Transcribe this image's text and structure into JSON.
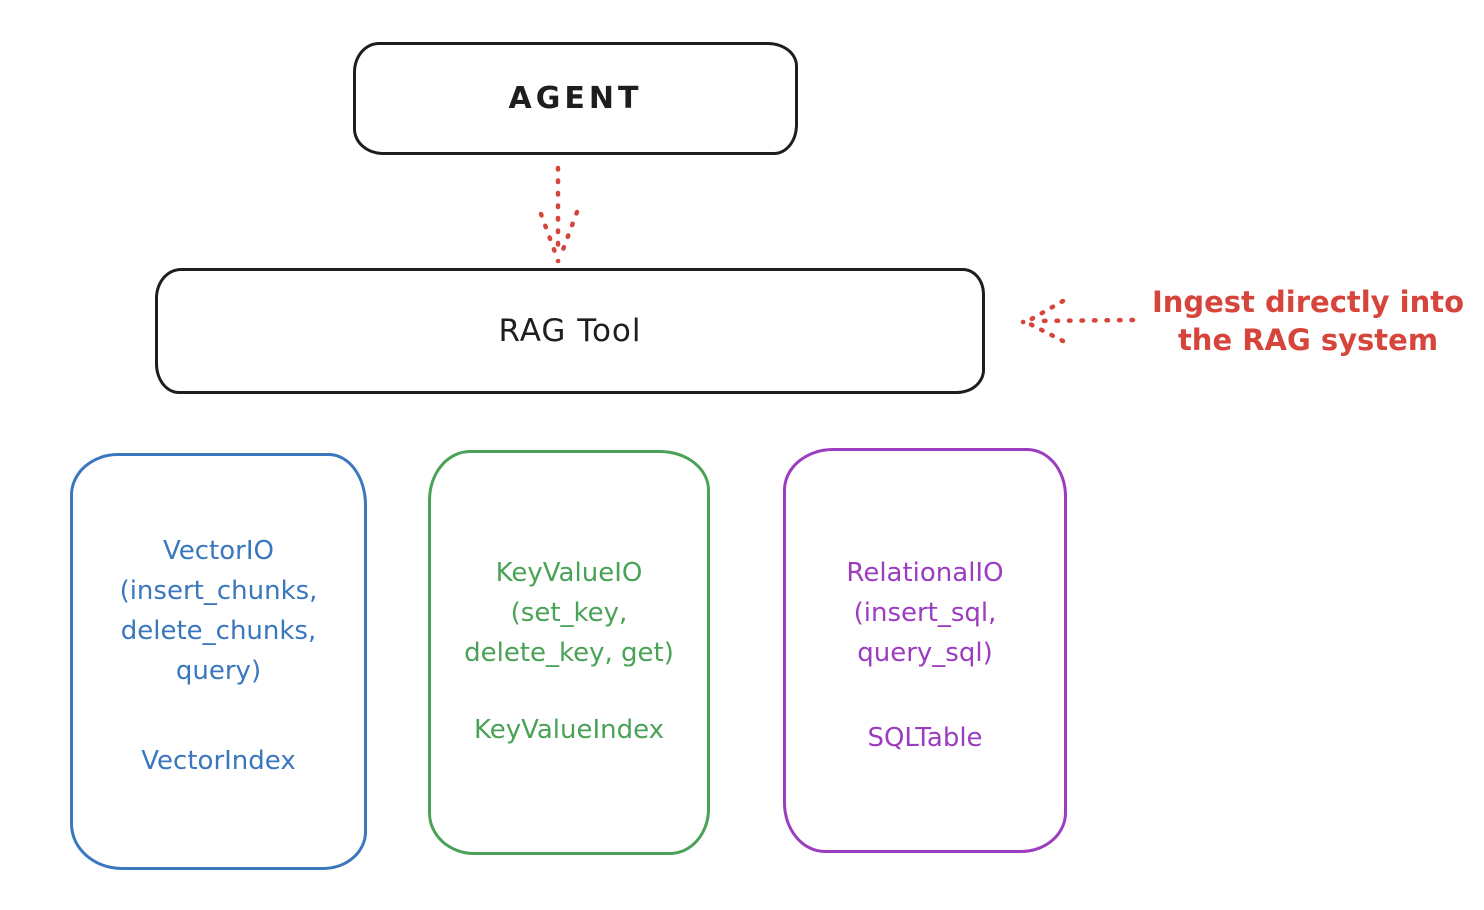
{
  "diagram": {
    "agent": {
      "label": "AGENT"
    },
    "rag_tool": {
      "label": "RAG Tool"
    },
    "annotation": {
      "line1": "Ingest directly into",
      "line2": "the RAG system"
    },
    "arrows": [
      {
        "name": "agent-to-ragtool",
        "style": "dotted",
        "color": "#d6453c",
        "direction": "down"
      },
      {
        "name": "ingest-into-ragtool",
        "style": "dotted",
        "color": "#d6453c",
        "direction": "left"
      }
    ],
    "backends": [
      {
        "id": "vector-io",
        "color": "#3b77bd",
        "lines": [
          "VectorIO",
          "(insert_chunks,",
          "delete_chunks,",
          "query)"
        ],
        "index_label": "VectorIndex"
      },
      {
        "id": "keyvalue-io",
        "color": "#4aa257",
        "lines": [
          "KeyValueIO",
          "(set_key,",
          "delete_key, get)"
        ],
        "index_label": "KeyValueIndex"
      },
      {
        "id": "relational-io",
        "color": "#9c3dc0",
        "lines": [
          "RelationalIO",
          "(insert_sql,",
          "query_sql)"
        ],
        "index_label": "SQLTable"
      }
    ],
    "colors": {
      "stroke_black": "#1e1e1e",
      "accent_red": "#d6453c",
      "backend_blue": "#3b77bd",
      "backend_green": "#4aa257",
      "backend_purple": "#9c3dc0",
      "background": "#ffffff"
    }
  }
}
